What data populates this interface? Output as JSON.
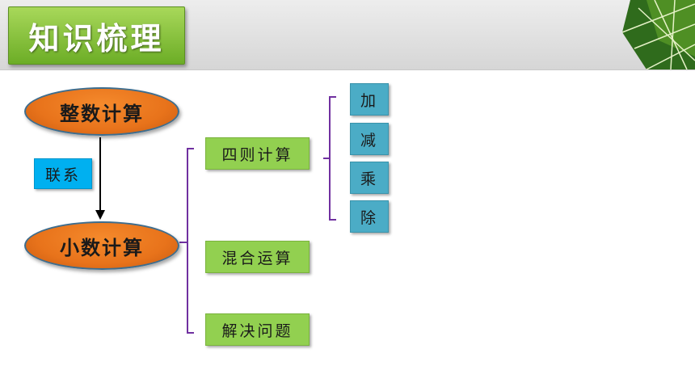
{
  "header": {
    "title": "知识梳理"
  },
  "diagram": {
    "integer_calc": "整数计算",
    "decimal_calc": "小数计算",
    "link_label": "联系",
    "branches": [
      "四则计算",
      "混合运算",
      "解决问题"
    ],
    "operations": [
      "加",
      "减",
      "乘",
      "除"
    ]
  },
  "colors": {
    "ellipse_fill": "#e8731b",
    "ellipse_border": "#3d6d8e",
    "green_box": "#92d050",
    "blue_box": "#4bacc6",
    "link_box": "#00b0f0",
    "bracket": "#7030a0"
  }
}
